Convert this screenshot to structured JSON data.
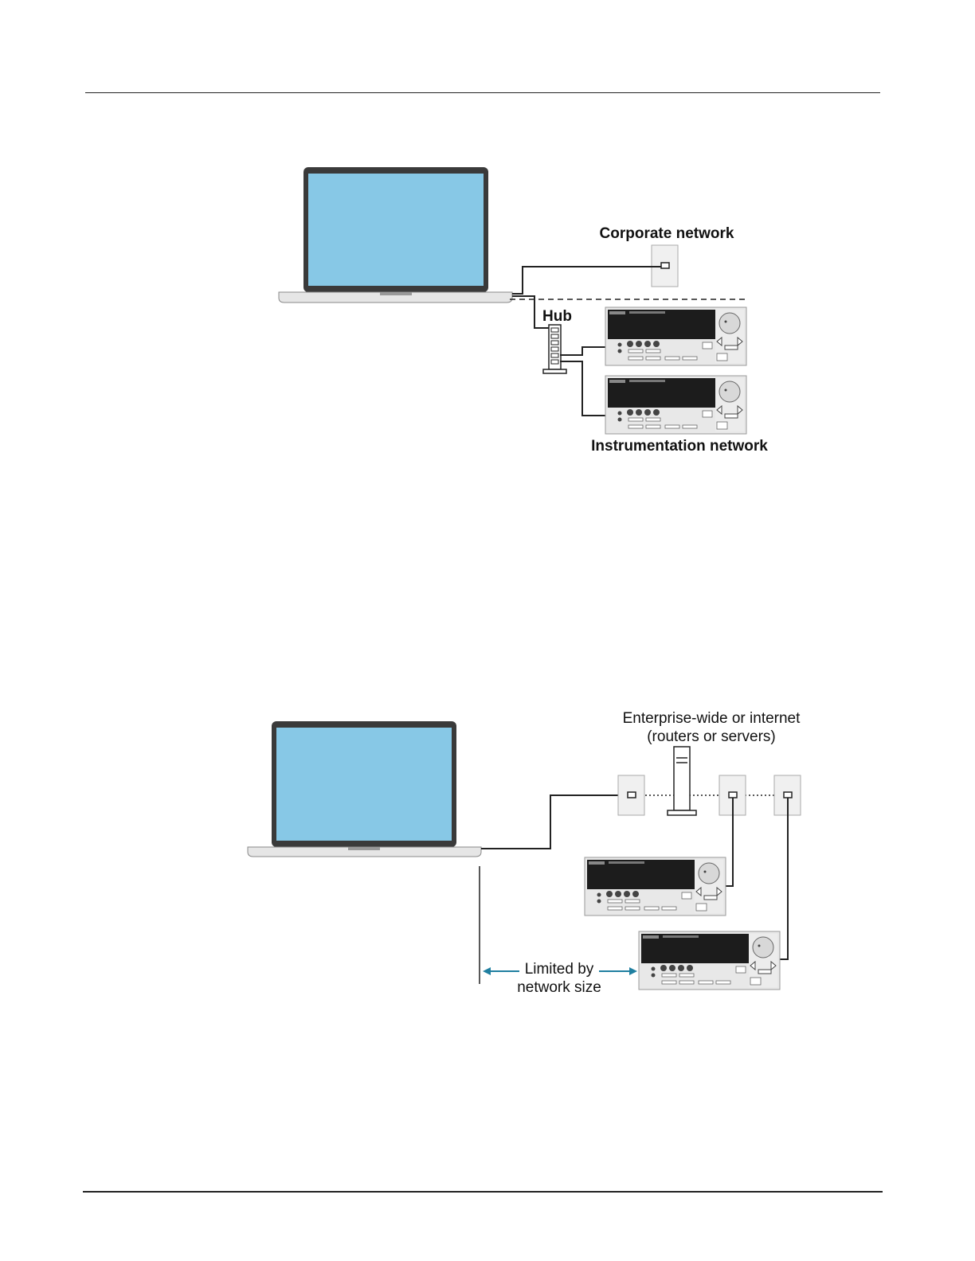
{
  "diagram1": {
    "corporate_label": "Corporate network",
    "hub_label": "Hub",
    "instrumentation_label": "Instrumentation network"
  },
  "diagram2": {
    "enterprise_label_line1": "Enterprise-wide or internet",
    "enterprise_label_line2": "(routers or servers)",
    "limited_label_line1": "Limited by",
    "limited_label_line2": "network size"
  },
  "colors": {
    "screen": "#87c8e6",
    "laptop_frame": "#3a3a3a",
    "laptop_base": "#e6e6e6",
    "arrow": "#1f7fa0",
    "wall_port": "#f0f0f0"
  }
}
